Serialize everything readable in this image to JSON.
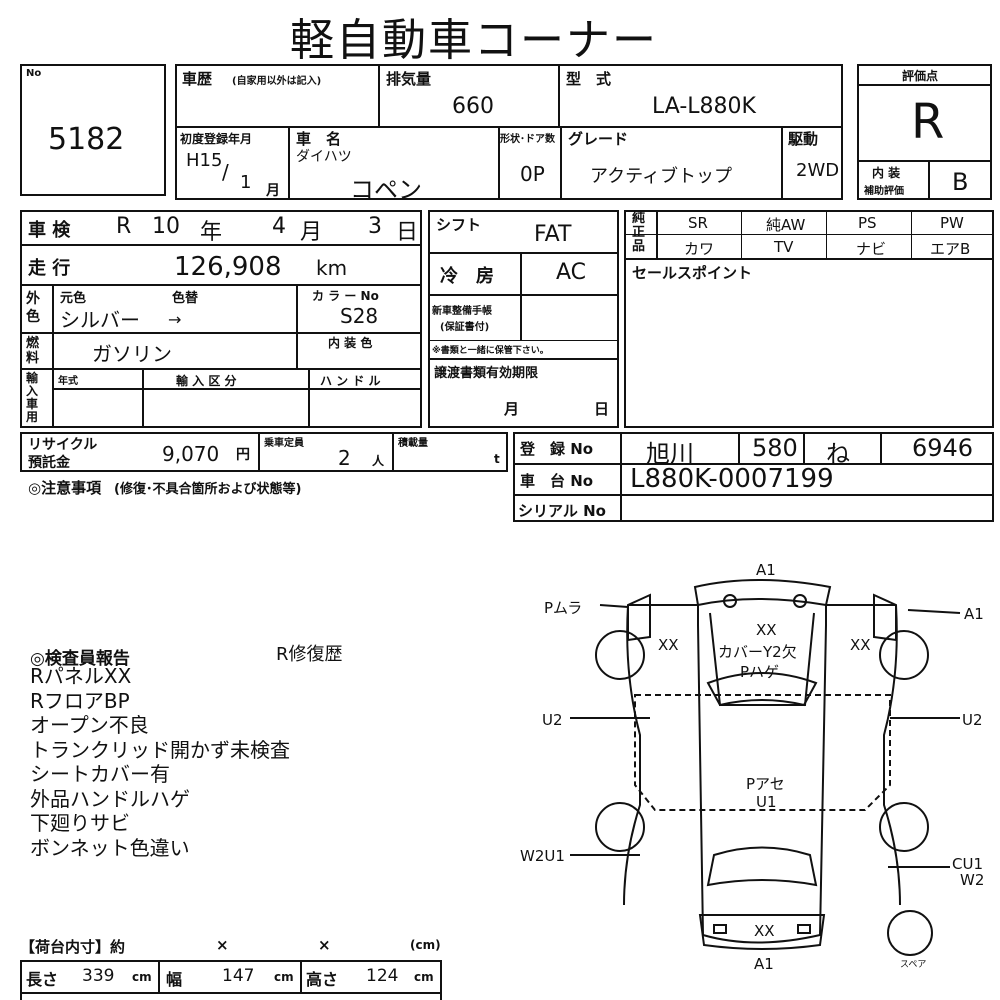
{
  "title": "軽自動車コーナー",
  "lot": {
    "label": "No",
    "number": "5182"
  },
  "history": {
    "label": "車歴",
    "sub": "(自家用以外は記入)"
  },
  "displacement": {
    "label": "排気量",
    "value": "660"
  },
  "model_type": {
    "label": "型　式",
    "value": "LA-L880K"
  },
  "score": {
    "label": "評価点",
    "value": "R",
    "interior_label1": "内 装",
    "interior_label2": "補助評価",
    "interior_value": "B"
  },
  "first_reg": {
    "label": "初度登録年月",
    "year": "H15",
    "sep": "/",
    "month": "1",
    "month_unit": "月"
  },
  "car_name": {
    "label": "車　名",
    "maker": "ダイハツ",
    "name": "コペン"
  },
  "doors": {
    "label": "形状･ドア数",
    "value": "0P"
  },
  "grade": {
    "label": "グレード",
    "value": "アクティブトップ"
  },
  "drive": {
    "label": "駆動",
    "value": "2WD"
  },
  "inspection": {
    "label": "車 検",
    "era": "R",
    "year": "10",
    "year_unit": "年",
    "month": "4",
    "month_unit": "月",
    "day": "3",
    "day_unit": "日"
  },
  "shift": {
    "label": "シフト",
    "value": "FAT"
  },
  "equipment": {
    "label": "純正品",
    "row1": [
      "SR",
      "純AW",
      "PS",
      "PW"
    ],
    "row2": [
      "カワ",
      "TV",
      "ナビ",
      "エアB"
    ]
  },
  "mileage": {
    "label": "走 行",
    "value": "126,908",
    "unit": "km"
  },
  "ac": {
    "label": "冷　房",
    "value": "AC"
  },
  "sales_point": {
    "label": "セールスポイント"
  },
  "exterior": {
    "label": "外色",
    "orig_label": "元色",
    "change_label": "色替",
    "orig_value": "シルバー",
    "arrow": "→",
    "color_no_label": "カ ラ ー No",
    "color_no": "S28"
  },
  "interior_color": {
    "label": "内 装 色"
  },
  "maintenance": {
    "label1": "新車整備手帳",
    "label2": "(保証書付)",
    "note": "※書類と一緒に保管下さい。"
  },
  "fuel": {
    "label": "燃料",
    "value": "ガソリン"
  },
  "transfer_docs": {
    "label": "譲渡書類有効期限",
    "month": "月",
    "day": "日"
  },
  "import": {
    "label": "輸入車用",
    "year_label": "年式",
    "category_label": "輸 入 区 分",
    "handle_label": "ハ ン ド ル"
  },
  "recycle": {
    "label1": "リサイクル",
    "label2": "預託金",
    "value": "9,070",
    "unit": "円"
  },
  "capacity": {
    "label": "乗車定員",
    "value": "2",
    "unit": "人"
  },
  "load": {
    "label": "積載量",
    "unit": "t"
  },
  "registration": {
    "label": "登　録 No",
    "region": "旭川",
    "class": "580",
    "kana": "ね",
    "number": "6946"
  },
  "chassis": {
    "label": "車　台 No",
    "value": "L880K-0007199"
  },
  "serial": {
    "label": "シリアル No"
  },
  "caution": {
    "label": "◎注意事項",
    "sub": "(修復･不具合箇所および状態等)"
  },
  "inspector": {
    "heading": "◎検査員報告",
    "repair": "R修復歴",
    "lines": [
      "RパネルXX",
      "RフロアBP",
      "オープン不良",
      "トランクリッド開かず未検査",
      "シートカバー有",
      "外品ハンドルハゲ",
      "下廻りサビ",
      "ボンネット色違い"
    ]
  },
  "cargo": {
    "label": "【荷台内寸】約",
    "x1": "×",
    "x2": "×",
    "unit_label": "(cm)",
    "length_label": "長さ",
    "length": "339",
    "width_label": "幅",
    "width": "147",
    "height_label": "高さ",
    "height": "124",
    "unit": "cm"
  },
  "diagram": {
    "a1_top": "A1",
    "a1_right": "A1",
    "a1_bottom": "A1",
    "p_mura": "Pムラ",
    "xx_left": "XX",
    "xx_right": "XX",
    "xx_hood": "XX",
    "cover_note": "カバーY2欠",
    "p_hage": "Pハゲ",
    "u2_left": "U2",
    "u2_right": "U2",
    "p_ase": "Pアセ",
    "u1": "U1",
    "w2u1": "W2U1",
    "cu1": "CU1",
    "w2": "W2",
    "xx_rear": "XX",
    "spare": "スペア"
  }
}
